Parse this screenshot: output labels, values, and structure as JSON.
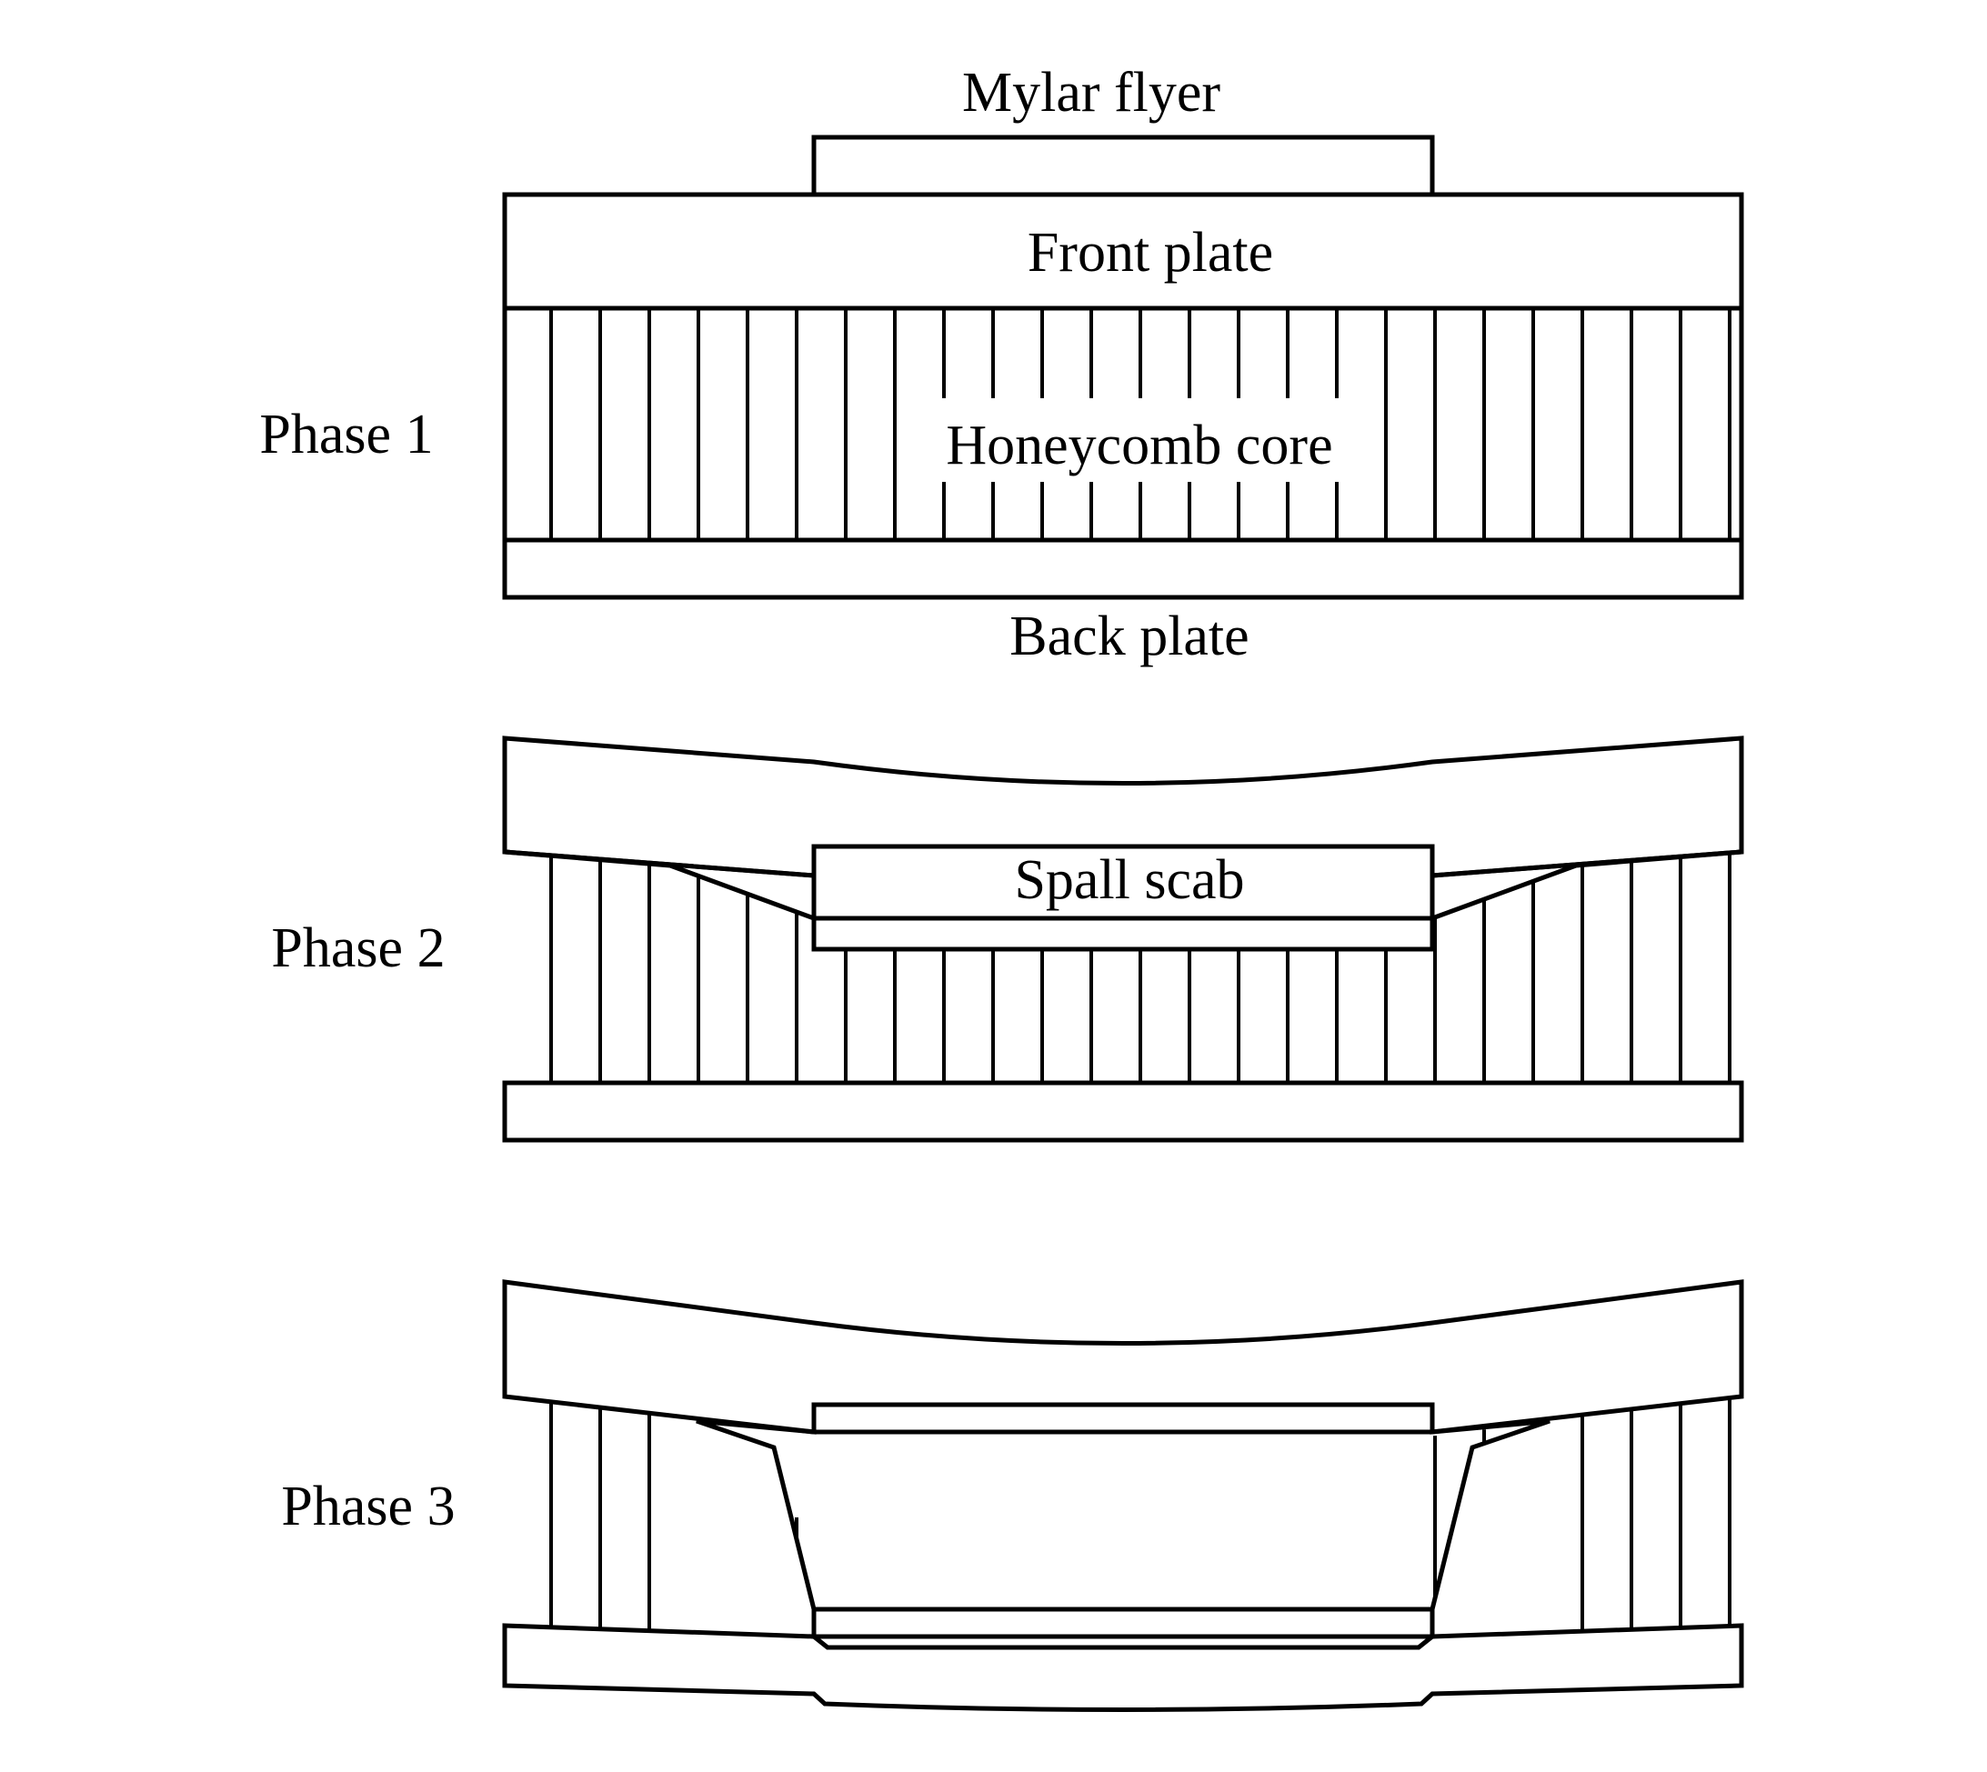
{
  "labels": {
    "mylar_flyer": "Mylar flyer",
    "front_plate": "Front plate",
    "honeycomb_core": "Honeycomb core",
    "back_plate": "Back plate",
    "spall_scab": "Spall scab"
  },
  "phases": [
    {
      "label": "Phase 1"
    },
    {
      "label": "Phase 2"
    },
    {
      "label": "Phase 3"
    }
  ],
  "colors": {
    "stroke": "#000000",
    "background": "#ffffff"
  }
}
